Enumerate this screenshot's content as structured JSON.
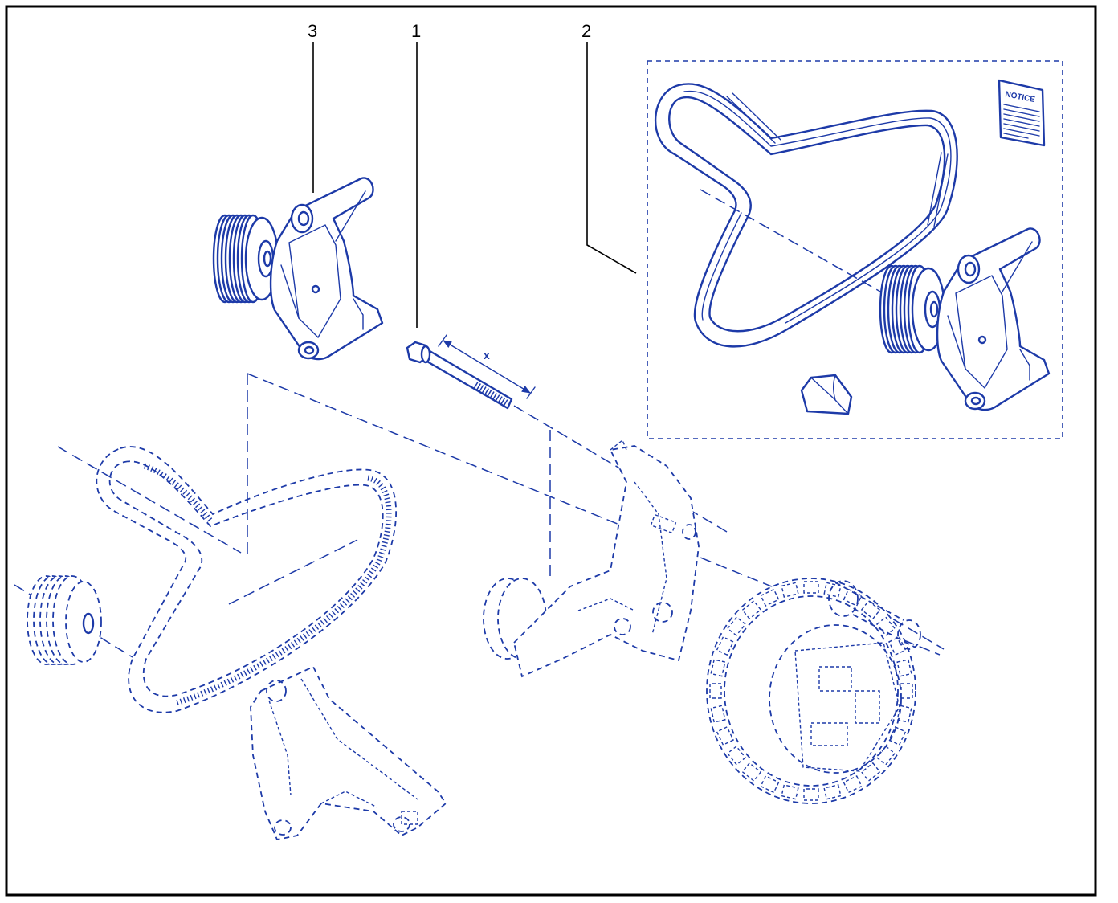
{
  "callouts": {
    "item_1": "1",
    "item_2": "2",
    "item_3": "3"
  },
  "dimension_label": "x",
  "booklet_text": "NOTICE",
  "colors": {
    "line": "#1d3aa8",
    "border": "#000000",
    "background": "#ffffff"
  }
}
